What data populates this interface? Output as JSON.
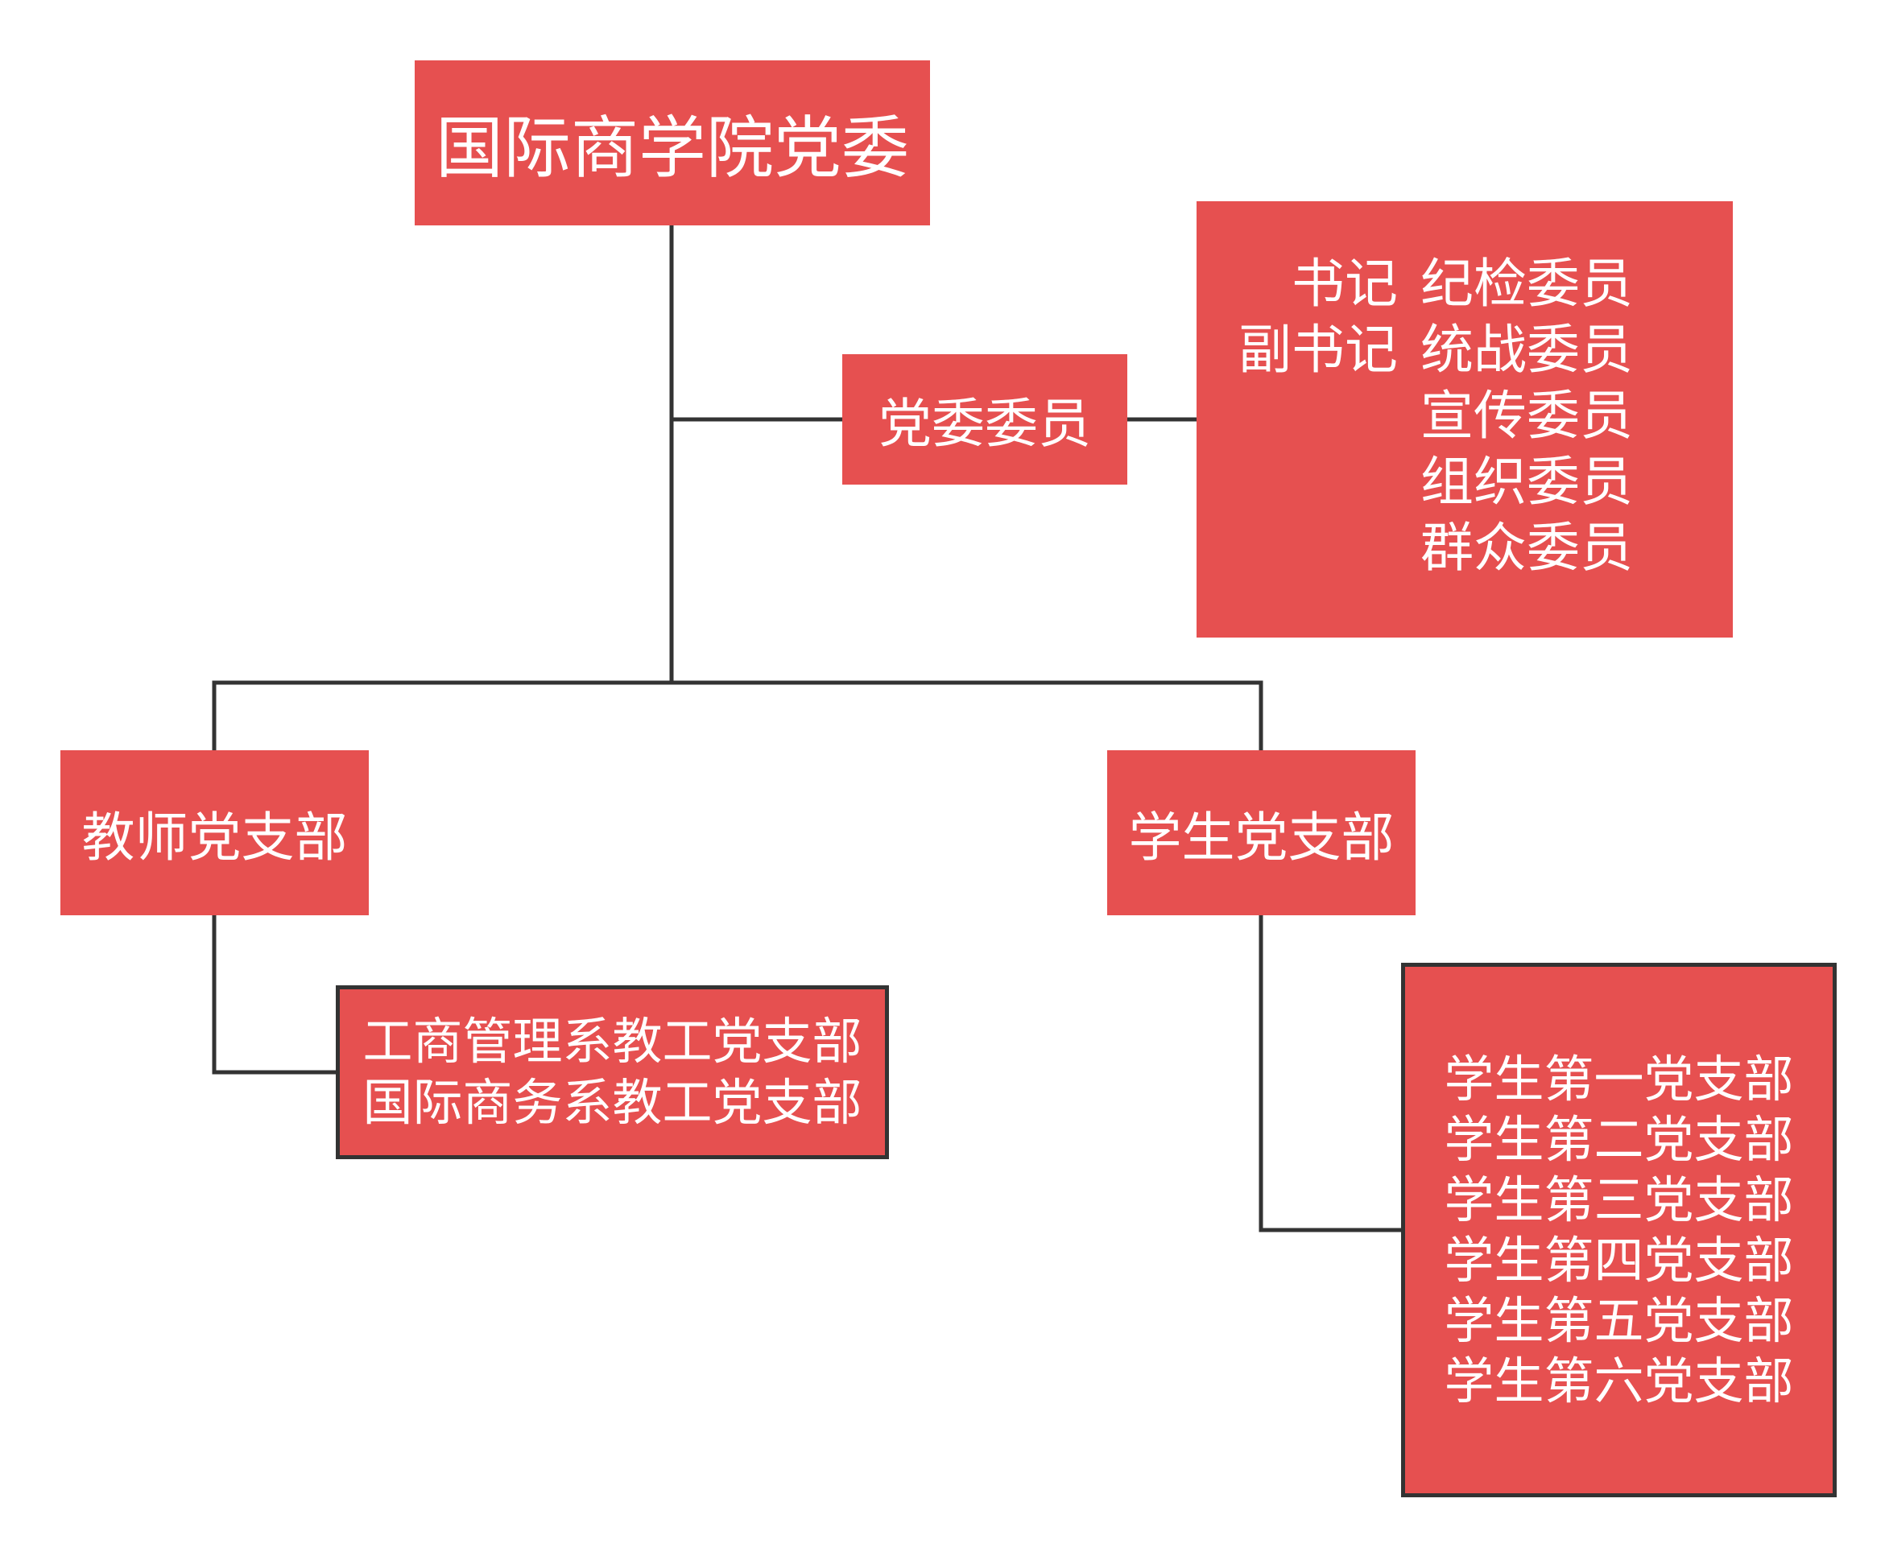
{
  "diagram": {
    "colors": {
      "node_fill": "#e65050",
      "node_text": "#ffffff",
      "connector": "#333333",
      "background": "#ffffff"
    },
    "root": {
      "label": "国际商学院党委"
    },
    "committee": {
      "label": "党委委员",
      "roles_left": [
        "书记",
        "副书记"
      ],
      "roles_right": [
        "纪检委员",
        "统战委员",
        "宣传委员",
        "组织委员",
        "群众委员"
      ]
    },
    "teacher_branch": {
      "label": "教师党支部",
      "sub_branches": [
        "工商管理系教工党支部",
        "国际商务系教工党支部"
      ]
    },
    "student_branch": {
      "label": "学生党支部",
      "sub_branches": [
        "学生第一党支部",
        "学生第二党支部",
        "学生第三党支部",
        "学生第四党支部",
        "学生第五党支部",
        "学生第六党支部"
      ]
    }
  }
}
